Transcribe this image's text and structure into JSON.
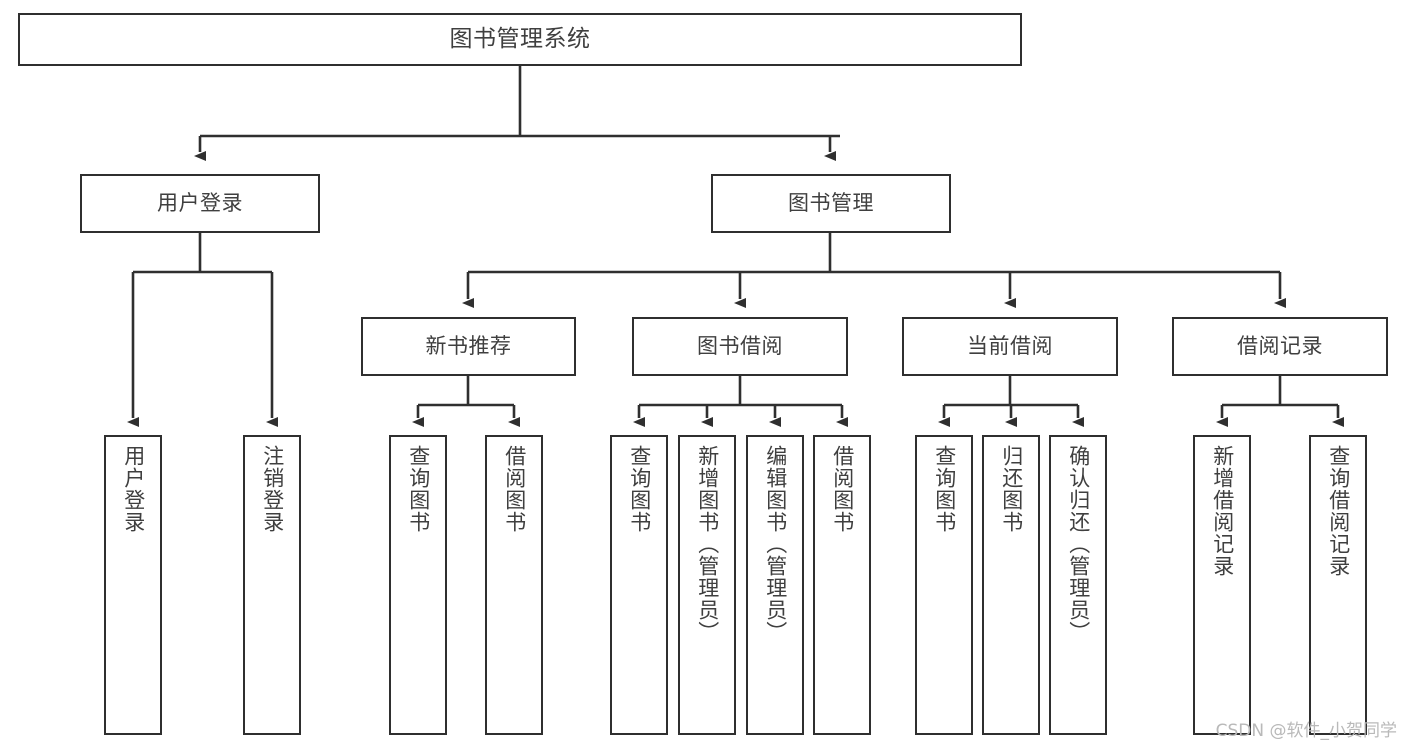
{
  "diagram": {
    "title": "图书管理系统",
    "type": "tree-hierarchy-chart",
    "watermark": "CSDN @软件_小贺同学",
    "colors": {
      "box_border": "#2f2f2f",
      "box_fill": "#ffffff",
      "text": "#3f3f3f",
      "edge": "#2f2f2f",
      "watermark": "#b9b9b9",
      "background": "#ffffff"
    },
    "root": {
      "label": "图书管理系统"
    },
    "level2": [
      {
        "id": "user-login",
        "label": "用户登录"
      },
      {
        "id": "book-manage",
        "label": "图书管理"
      }
    ],
    "level3": [
      {
        "id": "new-book-recommend",
        "label": "新书推荐"
      },
      {
        "id": "book-borrow",
        "label": "图书借阅"
      },
      {
        "id": "current-borrow",
        "label": "当前借阅"
      },
      {
        "id": "borrow-record",
        "label": "借阅记录"
      }
    ],
    "leaves": {
      "user_login": [
        {
          "id": "leaf-user-login",
          "label": "用户登录"
        },
        {
          "id": "leaf-logout-login",
          "label": "注销登录"
        }
      ],
      "new_book_recommend": [
        {
          "id": "leaf-query-book-1",
          "label": "查询图书"
        },
        {
          "id": "leaf-borrow-book-1",
          "label": "借阅图书"
        }
      ],
      "book_borrow": [
        {
          "id": "leaf-query-book-2",
          "label": "查询图书"
        },
        {
          "id": "leaf-add-book",
          "label": "新增图书（管理员）"
        },
        {
          "id": "leaf-edit-book",
          "label": "编辑图书（管理员）"
        },
        {
          "id": "leaf-borrow-book-2",
          "label": "借阅图书"
        }
      ],
      "current_borrow": [
        {
          "id": "leaf-query-book-3",
          "label": "查询图书"
        },
        {
          "id": "leaf-return-book",
          "label": "归还图书"
        },
        {
          "id": "leaf-confirm-return",
          "label": "确认归还（管理员）"
        }
      ],
      "borrow_record": [
        {
          "id": "leaf-add-record",
          "label": "新增借阅记录"
        },
        {
          "id": "leaf-query-record",
          "label": "查询借阅记录"
        }
      ]
    }
  }
}
